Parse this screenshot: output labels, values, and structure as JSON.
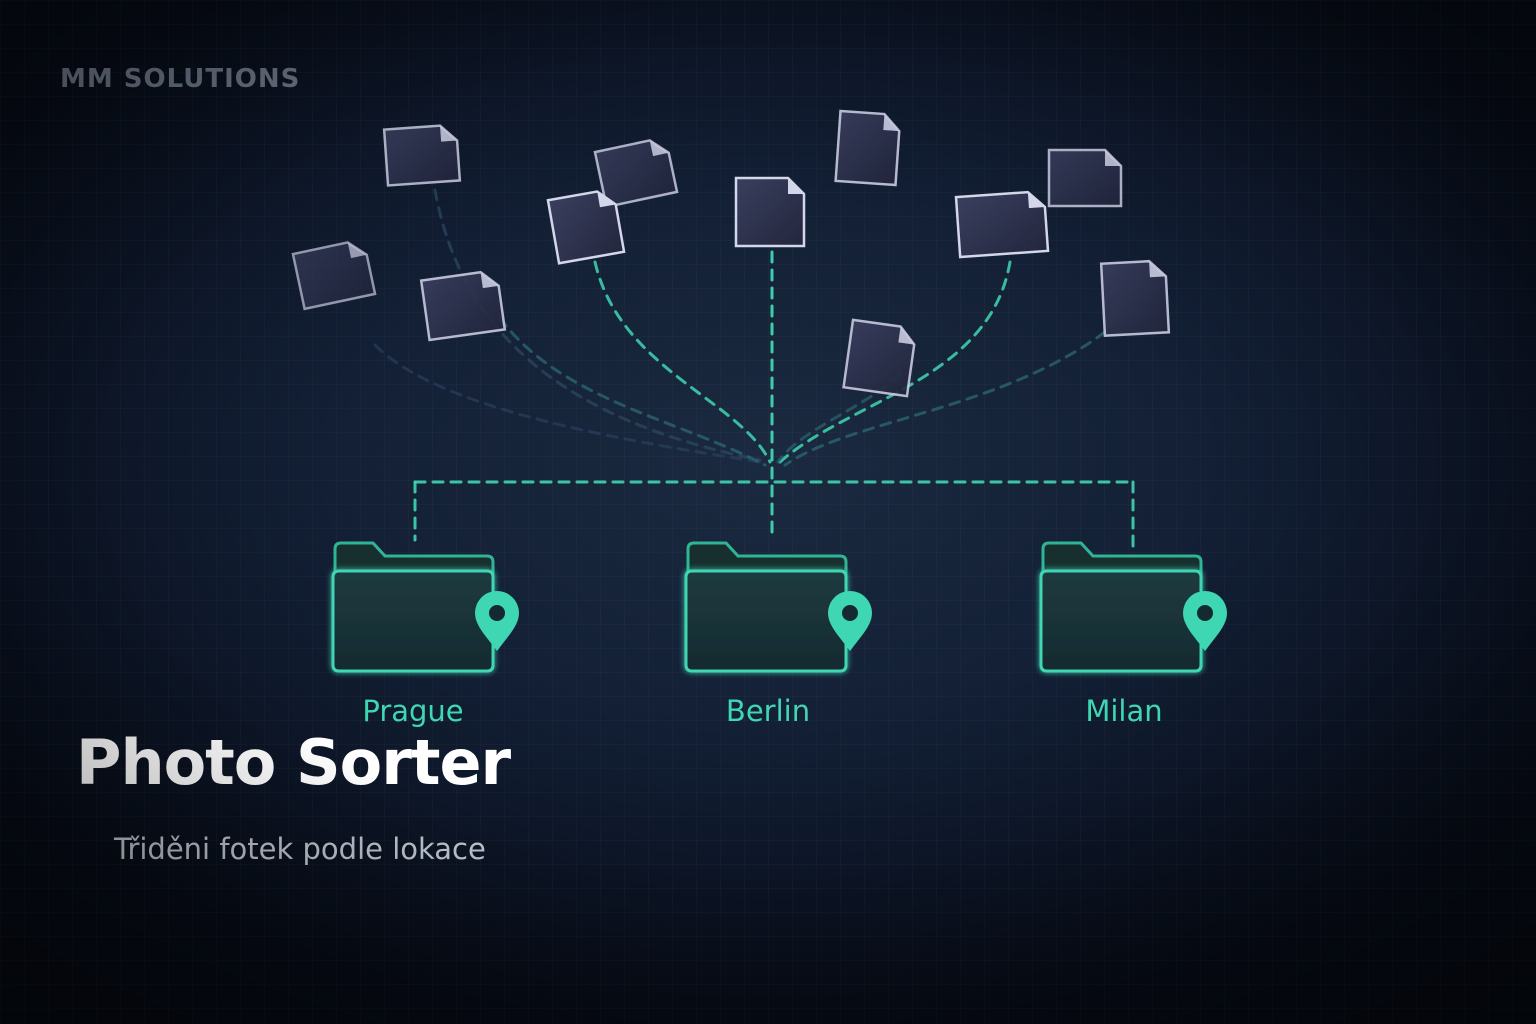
{
  "brand": "MM SOLUTIONS",
  "title": "Photo Sorter",
  "subtitle": "Třiděni fotek podle lokace",
  "folders": [
    {
      "label": "Prague",
      "icon": "location-pin-icon"
    },
    {
      "label": "Berlin",
      "icon": "location-pin-icon"
    },
    {
      "label": "Milan",
      "icon": "location-pin-icon"
    }
  ],
  "colors": {
    "accent": "#3fd6b3",
    "background": "#0d1628",
    "file_fill": "#2b2f4a",
    "file_border": "#c9cbe0",
    "title": "#ffffff",
    "subtitle": "#c4c9d2",
    "brand": "#6b7485"
  }
}
